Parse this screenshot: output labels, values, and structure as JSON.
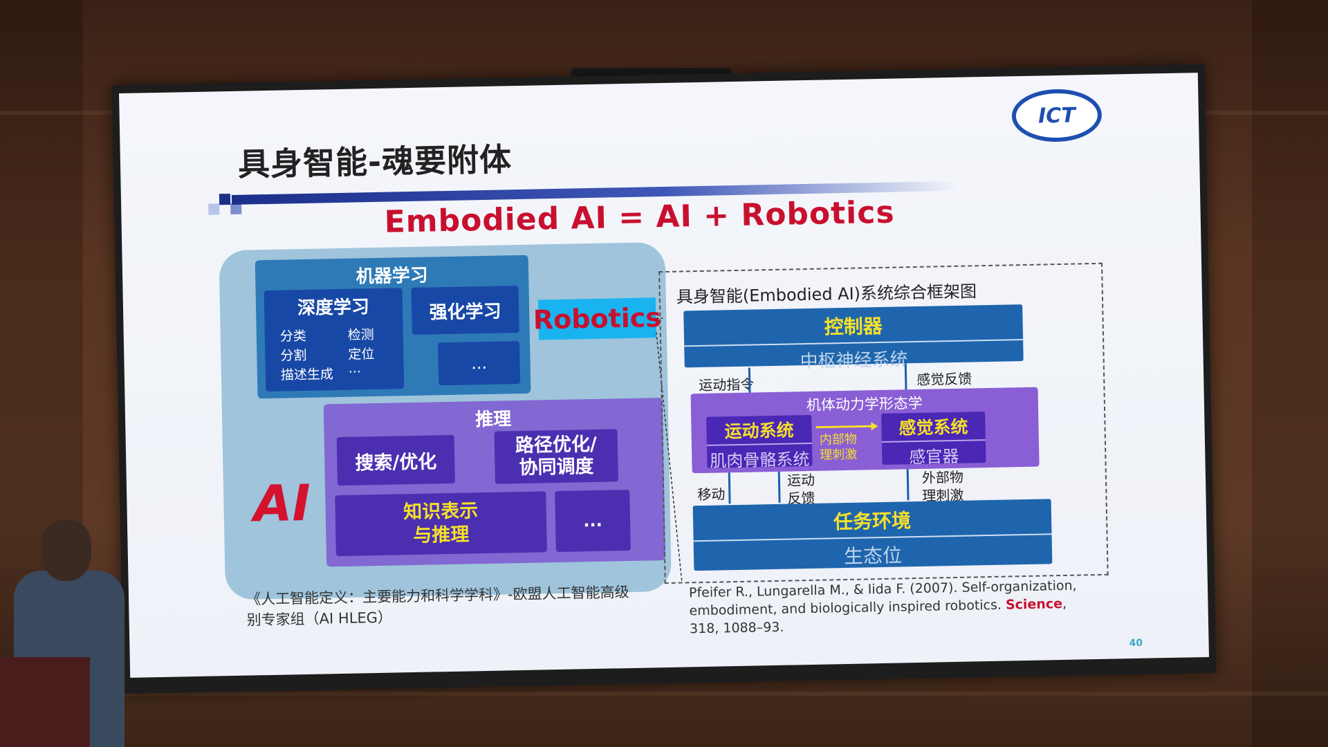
{
  "slide": {
    "title": "具身智能-魂要附体",
    "headline": "Embodied AI = AI + Robotics",
    "logo_text": "ICT",
    "page_number": "40"
  },
  "ai_diagram": {
    "ai_label": "AI",
    "machine_learning": {
      "title": "机器学习",
      "deep_learning": {
        "title": "深度学习",
        "items": [
          "分类",
          "检测",
          "分割",
          "定位",
          "描述生成",
          "..."
        ]
      },
      "reinforcement_learning": "强化学习",
      "more": "..."
    },
    "reasoning": {
      "title": "推理",
      "search": "搜索/优化",
      "path": "路径优化/\n协同调度",
      "knowledge": "知识表示\n与推理",
      "more": "..."
    },
    "robotics_tag": "Robotics"
  },
  "framework": {
    "title": "具身智能(Embodied AI)系统综合框架图",
    "controller": "控制器",
    "cns": "中枢神经系统",
    "motion_command": "运动指令",
    "sensory_feedback": "感觉反馈",
    "body_dynamics": "机体动力学形态学",
    "motor_system": "运动系统",
    "musculoskeletal": "肌肉骨骼系统",
    "internal_stimulus": "内部物\n理刺激",
    "sensory_system": "感觉系统",
    "sense_organs": "感官器",
    "move": "移动",
    "motion_feedback": "运动\n反馈",
    "external_stimulus": "外部物\n理刺激",
    "task_env": "任务环境",
    "niche": "生态位"
  },
  "citations": {
    "left": "《人工智能定义：主要能力和科学学科》-欧盟人工智能高级别专家组（AI HLEG）",
    "right_pre": "Pfeifer R., Lungarella M., & Iida F. (2007). Self-organization, embodiment, and biologically inspired robotics. ",
    "right_journal": "Science",
    "right_post": ", 318, 1088–93."
  },
  "colors": {
    "headline": "#c8102e",
    "title_bar": "#1b2f8a",
    "framework_blue": "#1f65ad",
    "framework_purple": "#8a5ed5",
    "highlight_yellow": "#f5e02a"
  }
}
